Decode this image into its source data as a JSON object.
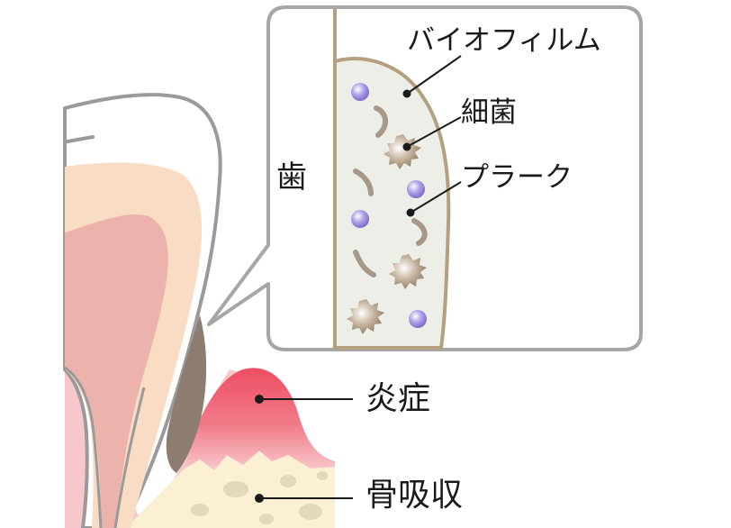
{
  "labels": {
    "biofilm": "バイオフィルム",
    "bacteria": "細菌",
    "plaque": "プラーク",
    "tooth": "歯",
    "inflammation": "炎症",
    "bone_resorption": "骨吸収"
  },
  "colors": {
    "enamel": "#ffffff",
    "dentin": "#f8dcc3",
    "pulp": "#ecb2ac",
    "gum": "#ef5d70",
    "gum_light": "#f7c7cb",
    "bone": "#fbf0d3",
    "bone_spot": "#e3d7bc",
    "calculus": "#8d7d70",
    "biofilm_border": "#b4a07e",
    "plaque_fill": "#eeeee8",
    "bubble_border": "#a6a6a6",
    "bacteria_purple": "#8c78cf",
    "bacteria_brown": "#9a8672"
  }
}
